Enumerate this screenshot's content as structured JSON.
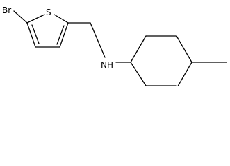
{
  "molecule": {
    "atoms": {
      "bromine": "Br",
      "sulfur": "S",
      "amine": "NH"
    },
    "colors": {
      "bond": "#000000",
      "label": "#000000",
      "background": "#ffffff"
    }
  }
}
